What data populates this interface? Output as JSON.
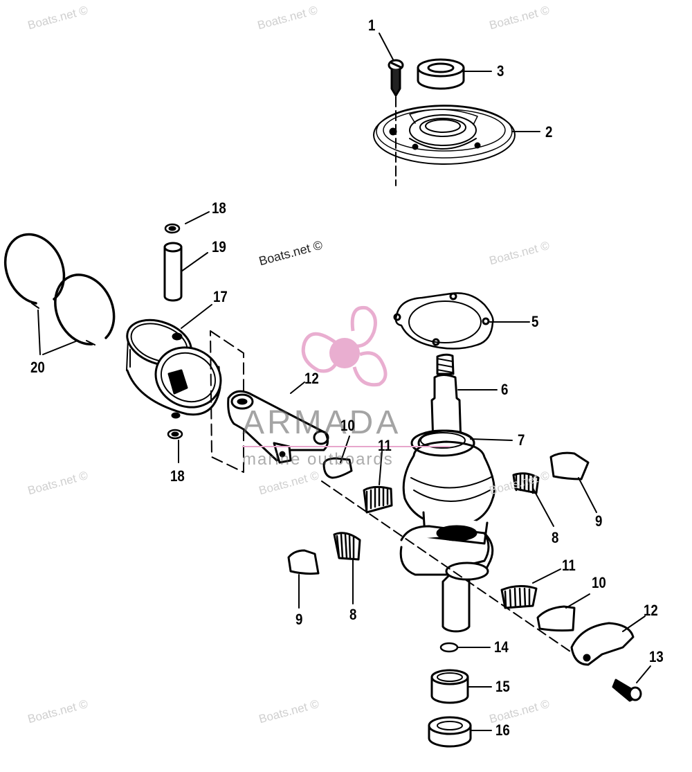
{
  "watermark": {
    "text": "Boats.net ©",
    "color": "#cccccc"
  },
  "logo": {
    "brand": "ARMADA",
    "tagline": "marine outboards",
    "accent": "#e7a6cc"
  },
  "parts": {
    "p1": "1",
    "p2": "2",
    "p3": "3",
    "p5": "5",
    "p6": "6",
    "p7": "7",
    "p8a": "8",
    "p8b": "8",
    "p9a": "9",
    "p9b": "9",
    "p10a": "10",
    "p10b": "10",
    "p11a": "11",
    "p11b": "11",
    "p12a": "12",
    "p12b": "12",
    "p13": "13",
    "p14": "14",
    "p15": "15",
    "p16": "16",
    "p17": "17",
    "p18a": "18",
    "p18b": "18",
    "p19": "19",
    "p20": "20"
  }
}
